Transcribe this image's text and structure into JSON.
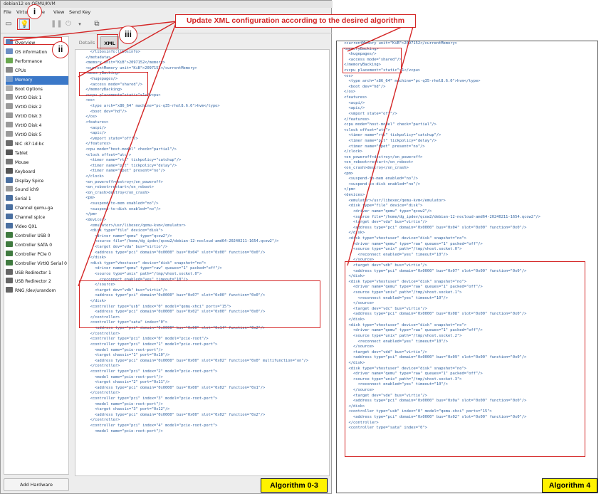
{
  "window": {
    "title": "debian12 on QEMU/KVM"
  },
  "menu": [
    "File",
    "Virtual",
    "e",
    "View",
    "Send Key"
  ],
  "tabs": {
    "details": "Details",
    "xml": "XML"
  },
  "sidebar": {
    "items": [
      {
        "label": "Overview",
        "color": "#5a7fb8"
      },
      {
        "label": "OS information",
        "color": "#6d8fc4"
      },
      {
        "label": "Performance",
        "color": "#6aa84f"
      },
      {
        "label": "CPUs",
        "color": "#8a8a8a"
      },
      {
        "label": "Memory",
        "color": "#7a9cc9"
      },
      {
        "label": "Boot Options",
        "color": "#b0b0b0"
      },
      {
        "label": "VirtIO Disk 1",
        "color": "#9a9a9a"
      },
      {
        "label": "VirtIO Disk 2",
        "color": "#9a9a9a"
      },
      {
        "label": "VirtIO Disk 3",
        "color": "#9a9a9a"
      },
      {
        "label": "VirtIO Disk 4",
        "color": "#9a9a9a"
      },
      {
        "label": "VirtIO Disk 5",
        "color": "#9a9a9a"
      },
      {
        "label": "NIC :87:1d:bc",
        "color": "#6b6b6b"
      },
      {
        "label": "Tablet",
        "color": "#555555"
      },
      {
        "label": "Mouse",
        "color": "#777777"
      },
      {
        "label": "Keyboard",
        "color": "#555555"
      },
      {
        "label": "Display Spice",
        "color": "#4a6fa0"
      },
      {
        "label": "Sound ich9",
        "color": "#999999"
      },
      {
        "label": "Serial 1",
        "color": "#4a6fa0"
      },
      {
        "label": "Channel qemu-ga",
        "color": "#4a6fa0"
      },
      {
        "label": "Channel spice",
        "color": "#4a6fa0"
      },
      {
        "label": "Video QXL",
        "color": "#4a6fa0"
      },
      {
        "label": "Controller USB 0",
        "color": "#3f7a3f"
      },
      {
        "label": "Controller SATA 0",
        "color": "#3f7a3f"
      },
      {
        "label": "Controller PCIe 0",
        "color": "#3f7a3f"
      },
      {
        "label": "Controller VirtIO Serial 0",
        "color": "#3f7a3f"
      },
      {
        "label": "USB Redirector 1",
        "color": "#666666"
      },
      {
        "label": "USB Redirector 2",
        "color": "#666666"
      },
      {
        "label": "RNG /dev/urandom",
        "color": "#666666"
      }
    ],
    "add_hardware": "Add Hardware"
  },
  "xml_left": [
    "    </libosinfo:libosinfo>",
    "  </metadata>",
    "  <memory unit=\"KiB\">2097152</memory>",
    "  <currentMemory unit=\"KiB\">2097152</currentMemory>",
    "  <memoryBacking>",
    "    <hugepages/>",
    "    <access mode=\"shared\"/>",
    "  </memoryBacking>",
    "  <vcpu placement=\"static\">1</vcpu>",
    "  <os>",
    "    <type arch=\"x86_64\" machine=\"pc-q35-rhel8.6.0\">hvm</type>",
    "    <boot dev=\"hd\"/>",
    "  </os>",
    "  <features>",
    "    <acpi/>",
    "    <apic/>",
    "    <vmport state=\"off\"/>",
    "  </features>",
    "  <cpu mode=\"host-model\" check=\"partial\"/>",
    "  <clock offset=\"utc\">",
    "    <timer name=\"rtc\" tickpolicy=\"catchup\"/>",
    "    <timer name=\"pit\" tickpolicy=\"delay\"/>",
    "    <timer name=\"hpet\" present=\"no\"/>",
    "  </clock>",
    "  <on_poweroff>destroy</on_poweroff>",
    "  <on_reboot>restart</on_reboot>",
    "  <on_crash>destroy</on_crash>",
    "  <pm>",
    "    <suspend-to-mem enabled=\"no\"/>",
    "    <suspend-to-disk enabled=\"no\"/>",
    "  </pm>",
    "  <devices>",
    "    <emulator>/usr/libexec/qemu-kvm</emulator>",
    "    <disk type=\"file\" device=\"disk\">",
    "      <driver name=\"qemu\" type=\"qcow2\"/>",
    "      <source file=\"/home/dg_ipdev/qcow2/debian-12-nocloud-amd64-20240211-1654.qcow2\"/>",
    "      <target dev=\"vda\" bus=\"virtio\"/>",
    "      <address type=\"pci\" domain=\"0x0000\" bus=\"0x04\" slot=\"0x00\" function=\"0x0\"/>",
    "    </disk>",
    "    <disk type=\"vhostuser\" device=\"disk\" snapshot=\"no\">",
    "      <driver name=\"qemu\" type=\"raw\" queues=\"1\" packed=\"off\"/>",
    "      <source type=\"unix\" path=\"/tmp/vhost.socket.0\">",
    "        <reconnect enabled=\"yes\" timeout=\"10\"/>",
    "      </source>",
    "      <target dev=\"vdb\" bus=\"virtio\"/>",
    "      <address type=\"pci\" domain=\"0x0000\" bus=\"0x07\" slot=\"0x00\" function=\"0x0\"/>",
    "    </disk>",
    "    <controller type=\"usb\" index=\"0\" model=\"qemu-xhci\" ports=\"15\">",
    "      <address type=\"pci\" domain=\"0x0000\" bus=\"0x02\" slot=\"0x00\" function=\"0x0\"/>",
    "    </controller>",
    "    <controller type=\"sata\" index=\"0\">",
    "      <address type=\"pci\" domain=\"0x0000\" bus=\"0x00\" slot=\"0x1f\" function=\"0x2\"/>",
    "    </controller>",
    "    <controller type=\"pci\" index=\"0\" model=\"pcie-root\"/>",
    "    <controller type=\"pci\" index=\"1\" model=\"pcie-root-port\">",
    "      <model name=\"pcie-root-port\"/>",
    "      <target chassis=\"1\" port=\"0x10\"/>",
    "      <address type=\"pci\" domain=\"0x0000\" bus=\"0x00\" slot=\"0x02\" function=\"0x0\" multifunction=\"on\"/>",
    "    </controller>",
    "    <controller type=\"pci\" index=\"2\" model=\"pcie-root-port\">",
    "      <model name=\"pcie-root-port\"/>",
    "      <target chassis=\"2\" port=\"0x11\"/>",
    "      <address type=\"pci\" domain=\"0x0000\" bus=\"0x00\" slot=\"0x02\" function=\"0x1\"/>",
    "    </controller>",
    "    <controller type=\"pci\" index=\"3\" model=\"pcie-root-port\">",
    "      <model name=\"pcie-root-port\"/>",
    "      <target chassis=\"3\" port=\"0x12\"/>",
    "      <address type=\"pci\" domain=\"0x0000\" bus=\"0x00\" slot=\"0x02\" function=\"0x2\"/>",
    "    </controller>",
    "    <controller type=\"pci\" index=\"4\" model=\"pcie-root-port\">",
    "      <model name=\"pcie-root-port\"/>"
  ],
  "xml_right": [
    "<currentMemory unit=\"KiB\">2097152</currentMemory>",
    "<memoryBacking>",
    "  <hugepages/>",
    "  <access mode=\"shared\"/>",
    "</memoryBacking>",
    "<vcpu placement=\"static\">1</vcpu>",
    "<os>",
    "  <type arch=\"x86_64\" machine=\"pc-q35-rhel8.6.0\">hvm</type>",
    "  <boot dev=\"hd\"/>",
    "</os>",
    "<features>",
    "  <acpi/>",
    "  <apic/>",
    "  <vmport state=\"off\"/>",
    "</features>",
    "<cpu mode=\"host-model\" check=\"partial\"/>",
    "<clock offset=\"utc\">",
    "  <timer name=\"rtc\" tickpolicy=\"catchup\"/>",
    "  <timer name=\"pit\" tickpolicy=\"delay\"/>",
    "  <timer name=\"hpet\" present=\"no\"/>",
    "</clock>",
    "<on_poweroff>destroy</on_poweroff>",
    "<on_reboot>restart</on_reboot>",
    "<on_crash>destroy</on_crash>",
    "<pm>",
    "  <suspend-to-mem enabled=\"no\"/>",
    "  <suspend-to-disk enabled=\"no\"/>",
    "</pm>",
    "<devices>",
    "  <emulator>/usr/libexec/qemu-kvm</emulator>",
    "  <disk type=\"file\" device=\"disk\">",
    "    <driver name=\"qemu\" type=\"qcow2\"/>",
    "    <source file=\"/home/dg_ipdev/qcow2/debian-12-nocloud-amd64-20240211-1654.qcow2\"/>",
    "    <target dev=\"vda\" bus=\"virtio\"/>",
    "    <address type=\"pci\" domain=\"0x0000\" bus=\"0x04\" slot=\"0x00\" function=\"0x0\"/>",
    "  </disk>",
    "  <disk type=\"vhostuser\" device=\"disk\" snapshot=\"no\">",
    "    <driver name=\"qemu\" type=\"raw\" queues=\"1\" packed=\"off\"/>",
    "    <source type=\"unix\" path=\"/tmp/vhost.socket.0\">",
    "      <reconnect enabled=\"yes\" timeout=\"10\"/>",
    "    </source>",
    "    <target dev=\"vdb\" bus=\"virtio\"/>",
    "    <address type=\"pci\" domain=\"0x0000\" bus=\"0x07\" slot=\"0x00\" function=\"0x0\"/>",
    "  </disk>",
    "  <disk type=\"vhostuser\" device=\"disk\" snapshot=\"no\">",
    "    <driver name=\"qemu\" type=\"raw\" queues=\"1\" packed=\"off\"/>",
    "    <source type=\"unix\" path=\"/tmp/vhost.socket.1\">",
    "      <reconnect enabled=\"yes\" timeout=\"10\"/>",
    "    </source>",
    "    <target dev=\"vdc\" bus=\"virtio\"/>",
    "    <address type=\"pci\" domain=\"0x0000\" bus=\"0x08\" slot=\"0x00\" function=\"0x0\"/>",
    "  </disk>",
    "  <disk type=\"vhostuser\" device=\"disk\" snapshot=\"no\">",
    "    <driver name=\"qemu\" type=\"raw\" queues=\"1\" packed=\"off\"/>",
    "    <source type=\"unix\" path=\"/tmp/vhost.socket.2\">",
    "      <reconnect enabled=\"yes\" timeout=\"10\"/>",
    "    </source>",
    "    <target dev=\"vdd\" bus=\"virtio\"/>",
    "    <address type=\"pci\" domain=\"0x0000\" bus=\"0x09\" slot=\"0x00\" function=\"0x0\"/>",
    "  </disk>",
    "  <disk type=\"vhostuser\" device=\"disk\" snapshot=\"no\">",
    "    <driver name=\"qemu\" type=\"raw\" queues=\"1\" packed=\"off\"/>",
    "    <source type=\"unix\" path=\"/tmp/vhost.socket.3\">",
    "      <reconnect enabled=\"yes\" timeout=\"10\"/>",
    "    </source>",
    "    <target dev=\"vde\" bus=\"virtio\"/>",
    "    <address type=\"pci\" domain=\"0x0000\" bus=\"0x0a\" slot=\"0x00\" function=\"0x0\"/>",
    "  </disk>",
    "  <controller type=\"usb\" index=\"0\" model=\"qemu-xhci\" ports=\"15\">",
    "    <address type=\"pci\" domain=\"0x0000\" bus=\"0x02\" slot=\"0x00\" function=\"0x0\"/>",
    "  </controller>",
    "  <controller type=\"sata\" index=\"0\">"
  ],
  "annotations": {
    "banner": "Update XML configuration according to the desired algorithm",
    "step_i": "i",
    "step_ii": "ii",
    "step_iii": "iii",
    "label_left": "Algorithm 0-3",
    "label_right": "Algorithm 4",
    "accent": "#d42626"
  }
}
